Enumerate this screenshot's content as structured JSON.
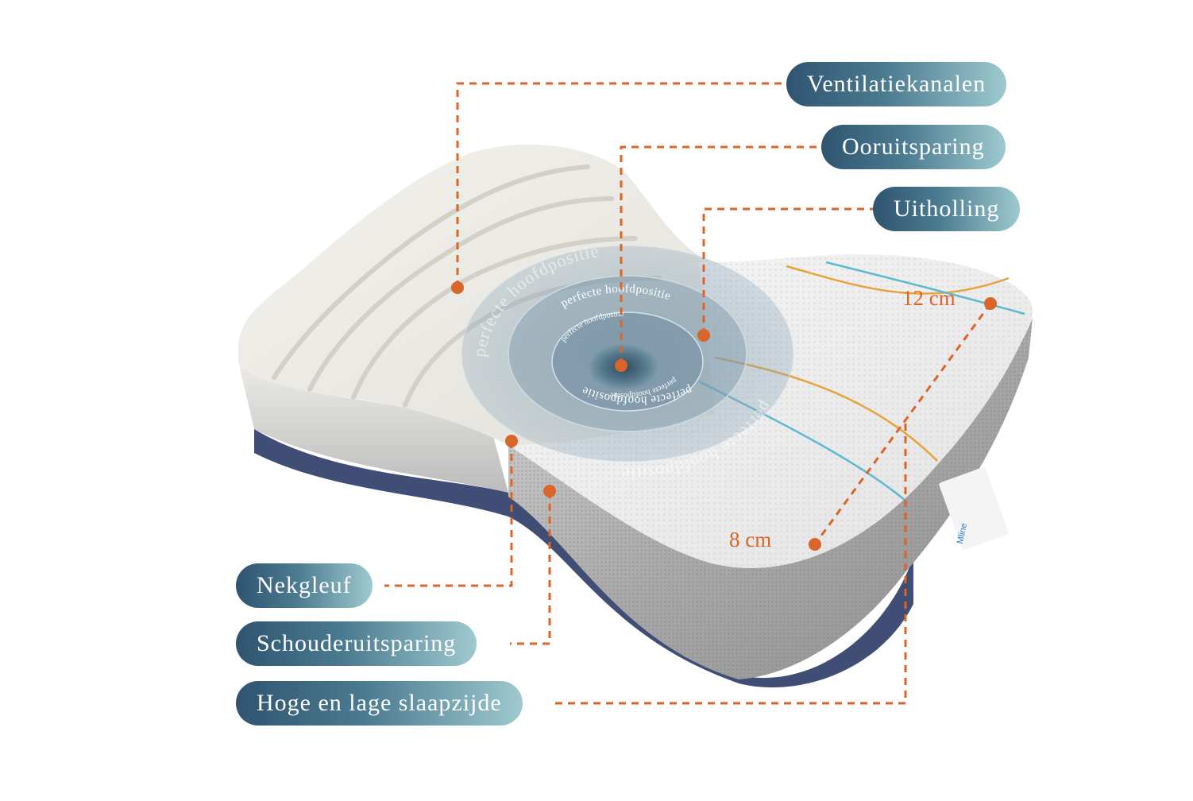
{
  "labels": {
    "ventilatiekanalen": "Ventilatiekanalen",
    "ooruitsparing": "Ooruitsparing",
    "uitholling": "Uitholling",
    "nekgleuf": "Nekgleuf",
    "schouderuitsparing": "Schouderuitsparing",
    "hoge_lage": "Hoge en lage slaapzijde"
  },
  "measurements": {
    "high": "12 cm",
    "low": "8 cm"
  },
  "ring_text": {
    "outer": "perfecte hoofdpositie",
    "middle": "perfecte hoofdpositie",
    "inner": "perfecte hoofdpositie"
  },
  "brand": "Mline",
  "colors": {
    "accent": "#d9652a",
    "pill_dark": "#2f5470",
    "pill_light": "#9ec9cf"
  }
}
